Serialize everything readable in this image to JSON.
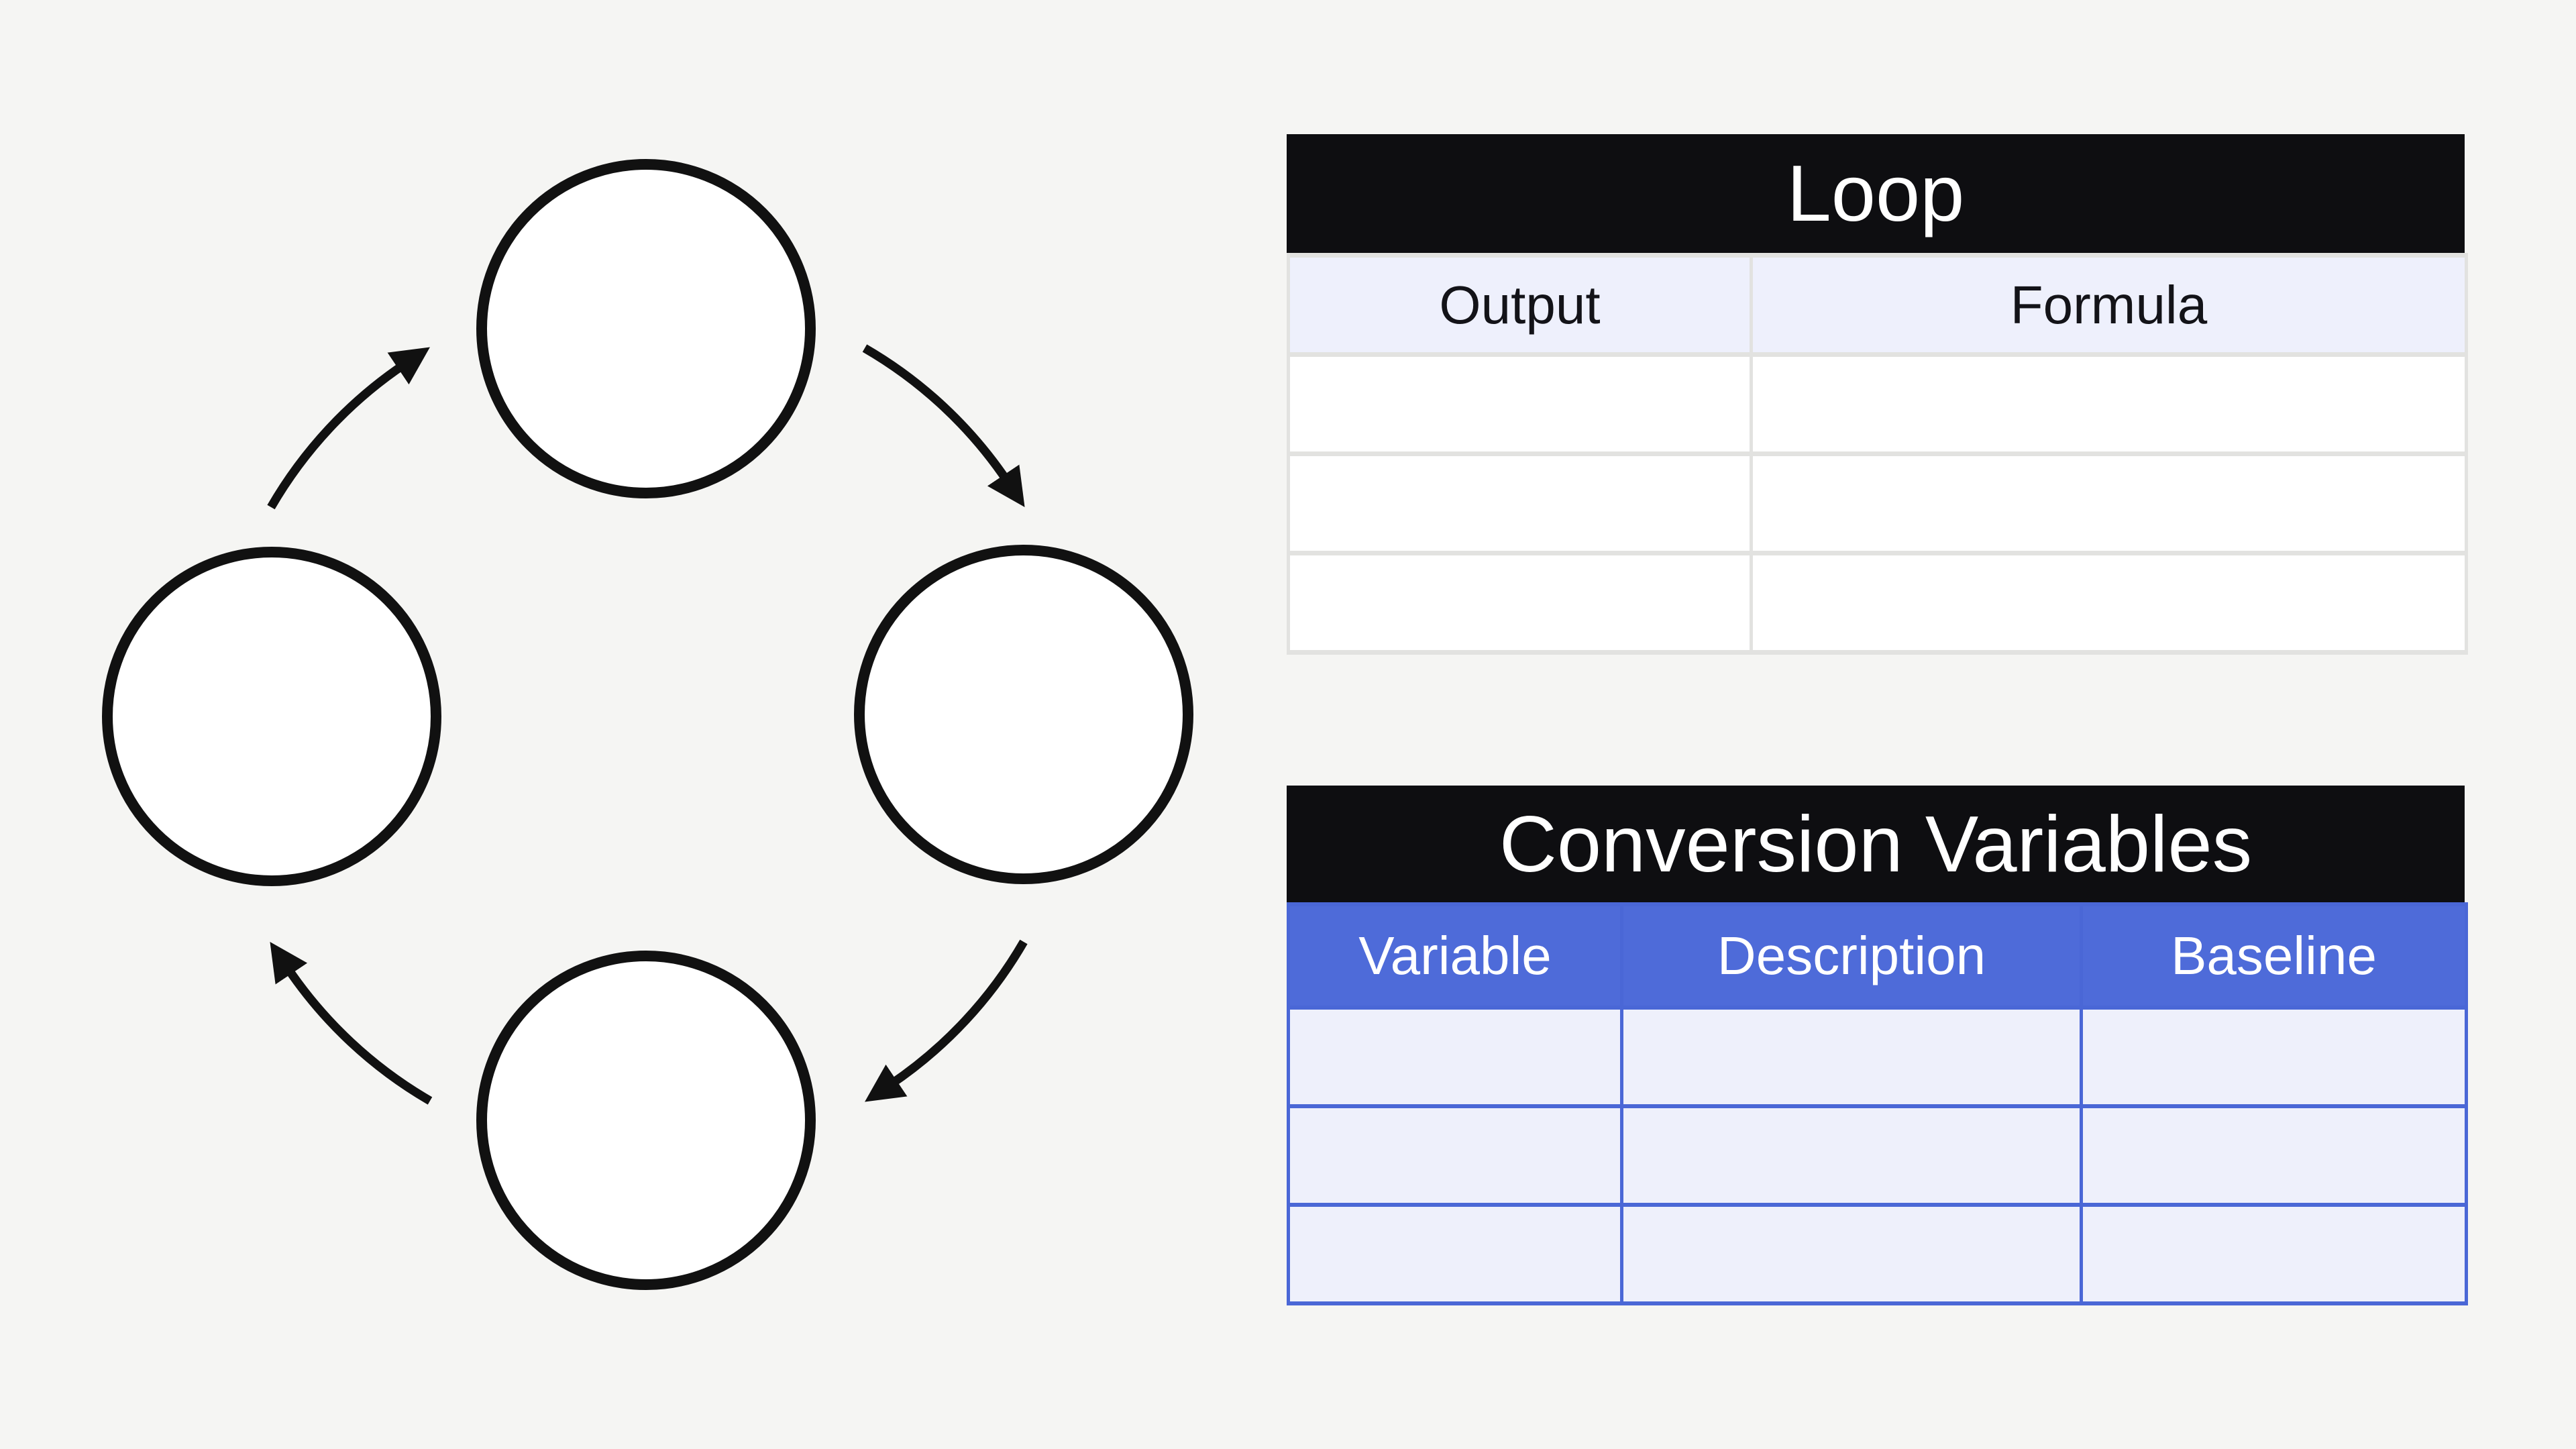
{
  "colors": {
    "page_background": "#f5f5f3",
    "table_title_bg": "#0e0e11",
    "table_title_text": "#ffffff",
    "loop_header_bg": "#eef0fc",
    "loop_cell_bg": "#ffffff",
    "loop_border": "#e2e2e0",
    "conversion_header_bg": "#4e6bd9",
    "conversion_header_text": "#ffffff",
    "conversion_cell_bg": "#eef0fb",
    "conversion_border": "#4a67d6",
    "diagram_stroke": "#111111",
    "diagram_node_fill": "#ffffff"
  },
  "diagram": {
    "type": "cycle",
    "node_count": 4,
    "nodes": [
      {
        "position": "top",
        "label": ""
      },
      {
        "position": "right",
        "label": ""
      },
      {
        "position": "bottom",
        "label": ""
      },
      {
        "position": "left",
        "label": ""
      }
    ],
    "arrows": [
      {
        "from": "left",
        "to": "top"
      },
      {
        "from": "top",
        "to": "right"
      },
      {
        "from": "right",
        "to": "bottom"
      },
      {
        "from": "bottom",
        "to": "left"
      }
    ]
  },
  "loop_table": {
    "title": "Loop",
    "columns": [
      "Output",
      "Formula"
    ],
    "rows": [
      [
        "",
        ""
      ],
      [
        "",
        ""
      ],
      [
        "",
        ""
      ]
    ]
  },
  "conversion_table": {
    "title": "Conversion Variables",
    "columns": [
      "Variable",
      "Description",
      "Baseline"
    ],
    "rows": [
      [
        "",
        "",
        ""
      ],
      [
        "",
        "",
        ""
      ],
      [
        "",
        "",
        ""
      ]
    ]
  }
}
